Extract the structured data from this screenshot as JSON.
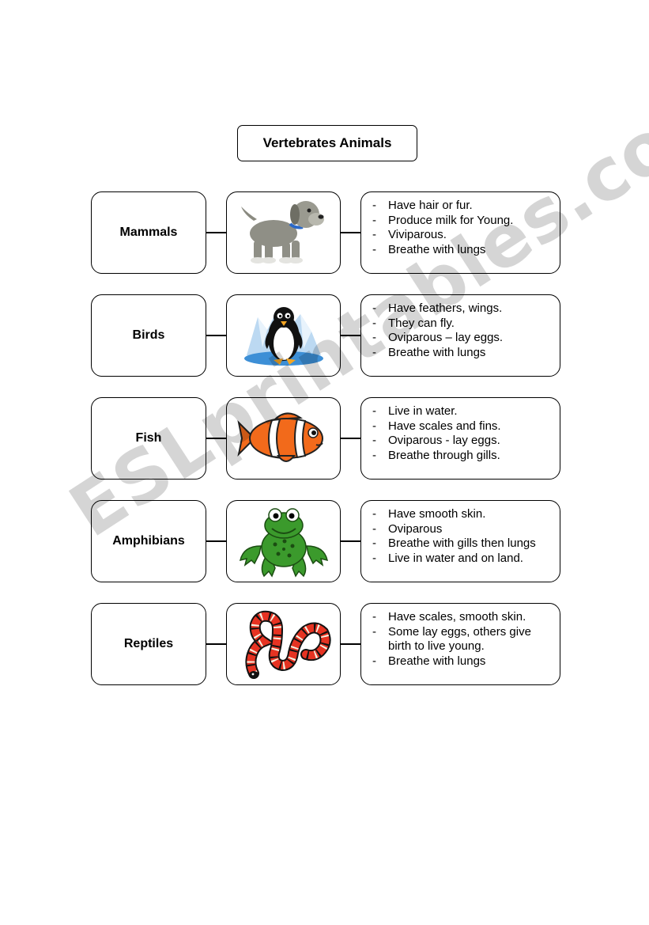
{
  "title": "Vertebrates Animals",
  "watermark": "ESLprintables.com",
  "rows": [
    {
      "label": "Mammals",
      "picture": "dog",
      "facts": [
        "Have hair or fur.",
        "Produce milk for Young.",
        "Viviparous.",
        "Breathe with lungs"
      ]
    },
    {
      "label": "Birds",
      "picture": "penguin",
      "facts": [
        "Have feathers, wings.",
        "They can fly.",
        "Oviparous – lay eggs.",
        "Breathe with lungs"
      ]
    },
    {
      "label": "Fish",
      "picture": "clownfish",
      "facts": [
        "Live in water.",
        "Have scales and fins.",
        "Oviparous - lay eggs.",
        "Breathe through gills."
      ]
    },
    {
      "label": "Amphibians",
      "picture": "frog",
      "facts": [
        "Have smooth skin.",
        "Oviparous",
        "Breathe with gills then lungs",
        "Live in water and on land."
      ]
    },
    {
      "label": "Reptiles",
      "picture": "snake",
      "facts": [
        "Have scales, smooth skin.",
        "Some lay eggs, others give birth to live young.",
        "Breathe with lungs"
      ]
    }
  ]
}
